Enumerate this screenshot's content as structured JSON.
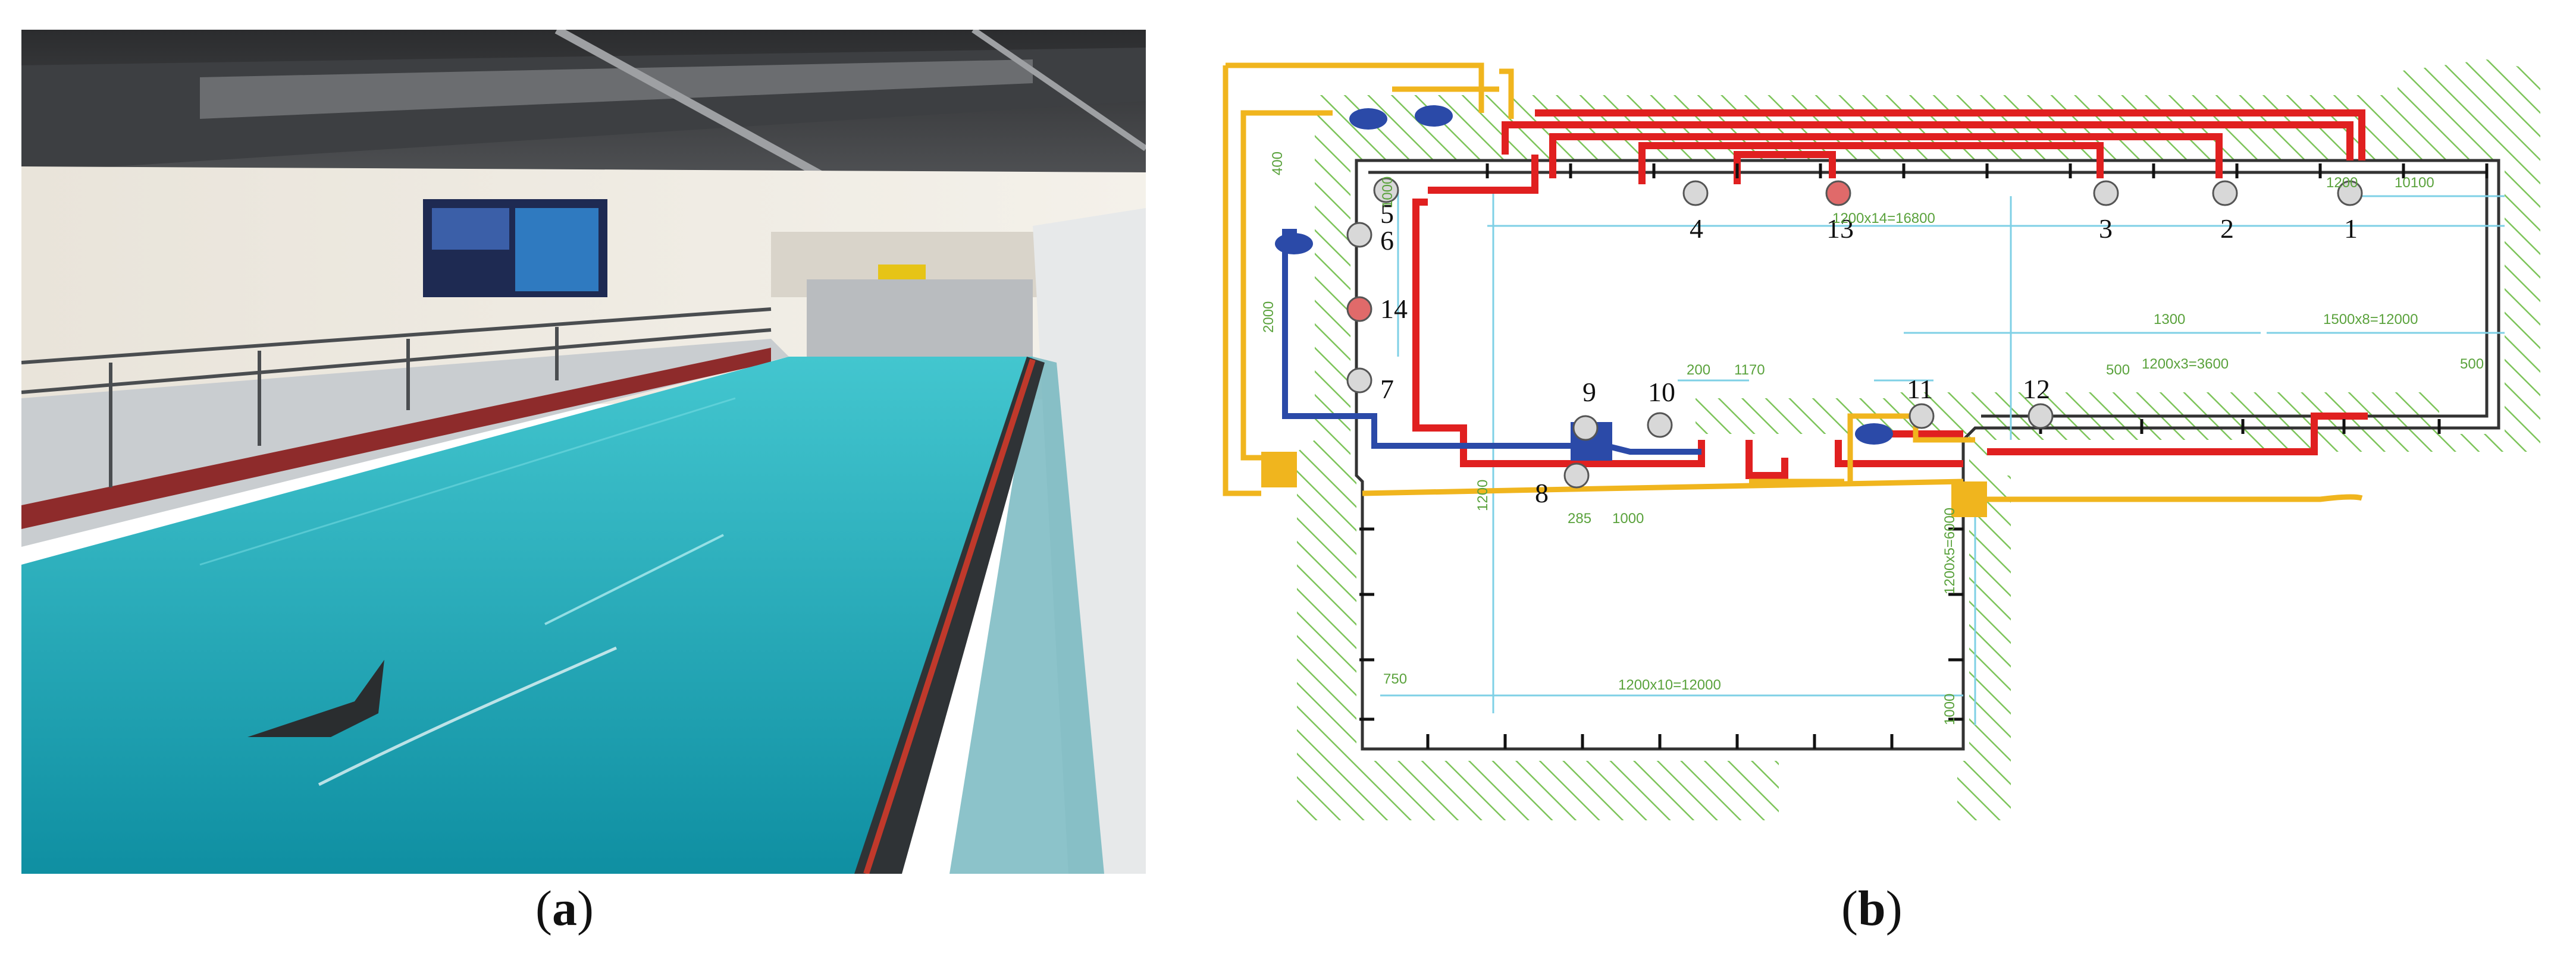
{
  "captions": {
    "a": "a",
    "b": "b",
    "open": "(",
    "close": ")"
  },
  "labels": [
    "1",
    "2",
    "3",
    "4",
    "5",
    "6",
    "7",
    "8",
    "9",
    "10",
    "11",
    "12",
    "13",
    "14"
  ],
  "dimensions": {
    "d400": "400",
    "d1000": "1000",
    "d1200": "1200",
    "d10100": "10100",
    "d1200x14": "1200x14=16800",
    "d1300": "1300",
    "d1500x8": "1500x8=12000",
    "d500": "500",
    "d1200x3": "1200x3=3600",
    "d200": "200",
    "d1170": "1170",
    "d285": "285",
    "d1000b": "1000",
    "d1200x5": "1200x5=6000",
    "d1200x10": "1200x10=12000",
    "d750": "750",
    "d1000c": "1000",
    "d500b": "500",
    "d1200v": "1200",
    "d2000": "2000"
  },
  "colors": {
    "water": "#1fb3bf",
    "hatch": "#7dc45a",
    "red_pipe": "#e02020",
    "yellow_pipe": "#f0b51e",
    "blue_pipe": "#2b4aa8",
    "pump": "#9a9a9a",
    "dim_line": "#7fd0e6"
  }
}
